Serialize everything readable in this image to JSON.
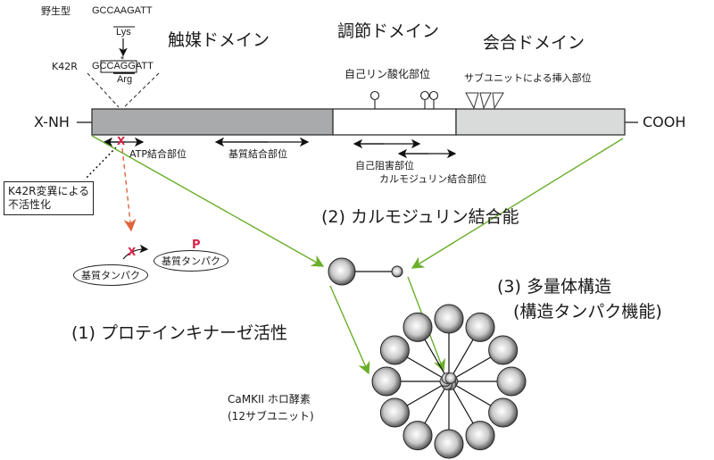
{
  "mutation": {
    "wildtype_label": "野生型",
    "wildtype_seq": "GCCAAGATT",
    "wildtype_aa": "Lys",
    "mutant_label": "K42R",
    "mutant_seq": "GCCAGGATT",
    "mutant_aa": "Arg",
    "mutation_mark": "*"
  },
  "domains": {
    "catalytic": {
      "label": "触媒ドメイン",
      "color": "#a9aaab"
    },
    "regulatory": {
      "label": "調節ドメイン",
      "color": "#ffffff"
    },
    "association": {
      "label": "会合ドメイン",
      "color": "#d9dbdb"
    }
  },
  "termini": {
    "n": "X-NH",
    "c": "COOH"
  },
  "sites": {
    "atp": "ATP結合部位",
    "substrate": "基質結合部位",
    "autophos": "自己リン酸化部位",
    "insertion": "サブユニットによる挿入部位",
    "autoinhibit": "自己阻害部位",
    "calmodulin": "カルモジュリン結合部位"
  },
  "inactivation_box": {
    "line1": "K42R変異による",
    "line2": "不活性化"
  },
  "reaction": {
    "substrate_before": "基質タンパク",
    "substrate_after": "基質タンパク",
    "phospho": "P",
    "block": "X"
  },
  "functions": {
    "f1": "(1) プロテインキナーゼ活性",
    "f2": "(2) カルモジュリン結合能",
    "f3_line1": "(3) 多量体構造",
    "f3_line2": "(構造タンパク機能)"
  },
  "holoenzyme": {
    "line1": "CaMKII ホロ酵素",
    "line2": "(12サブユニット)",
    "subunit_count": 12
  },
  "colors": {
    "arrow_green": "#6aae2a",
    "arrow_red": "#e0643a",
    "mark_red": "#d8234a"
  }
}
